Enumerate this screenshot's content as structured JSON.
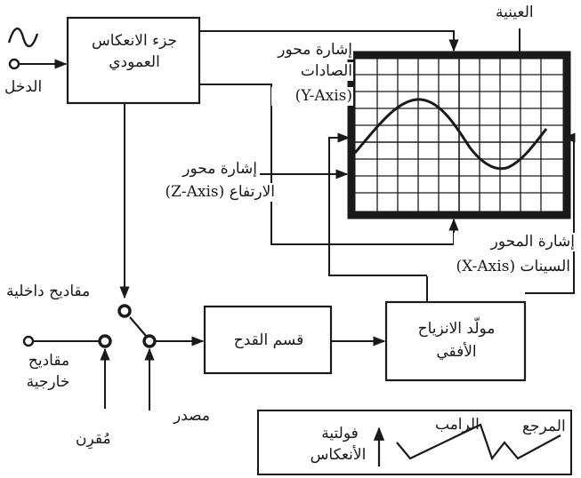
{
  "colors": {
    "ink": "#1a1a1a",
    "background": "#ffffff"
  },
  "icons": {
    "input_signal": "sine-wave-icon",
    "input_terminal": "terminal-circle-icon"
  },
  "labels": {
    "vertical_section": [
      "جزء الانعكاس",
      "العمودي"
    ],
    "input": "الدخل",
    "sample": "العينية",
    "y_axis_signal": [
      "إشارة محور",
      "الصادات",
      "(Y-Axis)"
    ],
    "z_axis_signal": [
      "إشارة محور",
      "الارتفاع (Z-Axis)"
    ],
    "x_axis_signal": [
      "إشارة المحور",
      "السينات (X-Axis)"
    ],
    "internal_triggers": "مقاديح داخلية",
    "external_triggers": [
      "مقاديح",
      "خارجية"
    ],
    "coupler": "مُقرِن",
    "source": "مصدر",
    "trigger_section": "قسم القدح",
    "sweep_generator": [
      "مولّد الانزياح",
      "الأفقي"
    ],
    "deflection_voltage": [
      "فولتية",
      "الأنعكاس"
    ],
    "ramp": "الرامب",
    "return": "المرجع"
  }
}
